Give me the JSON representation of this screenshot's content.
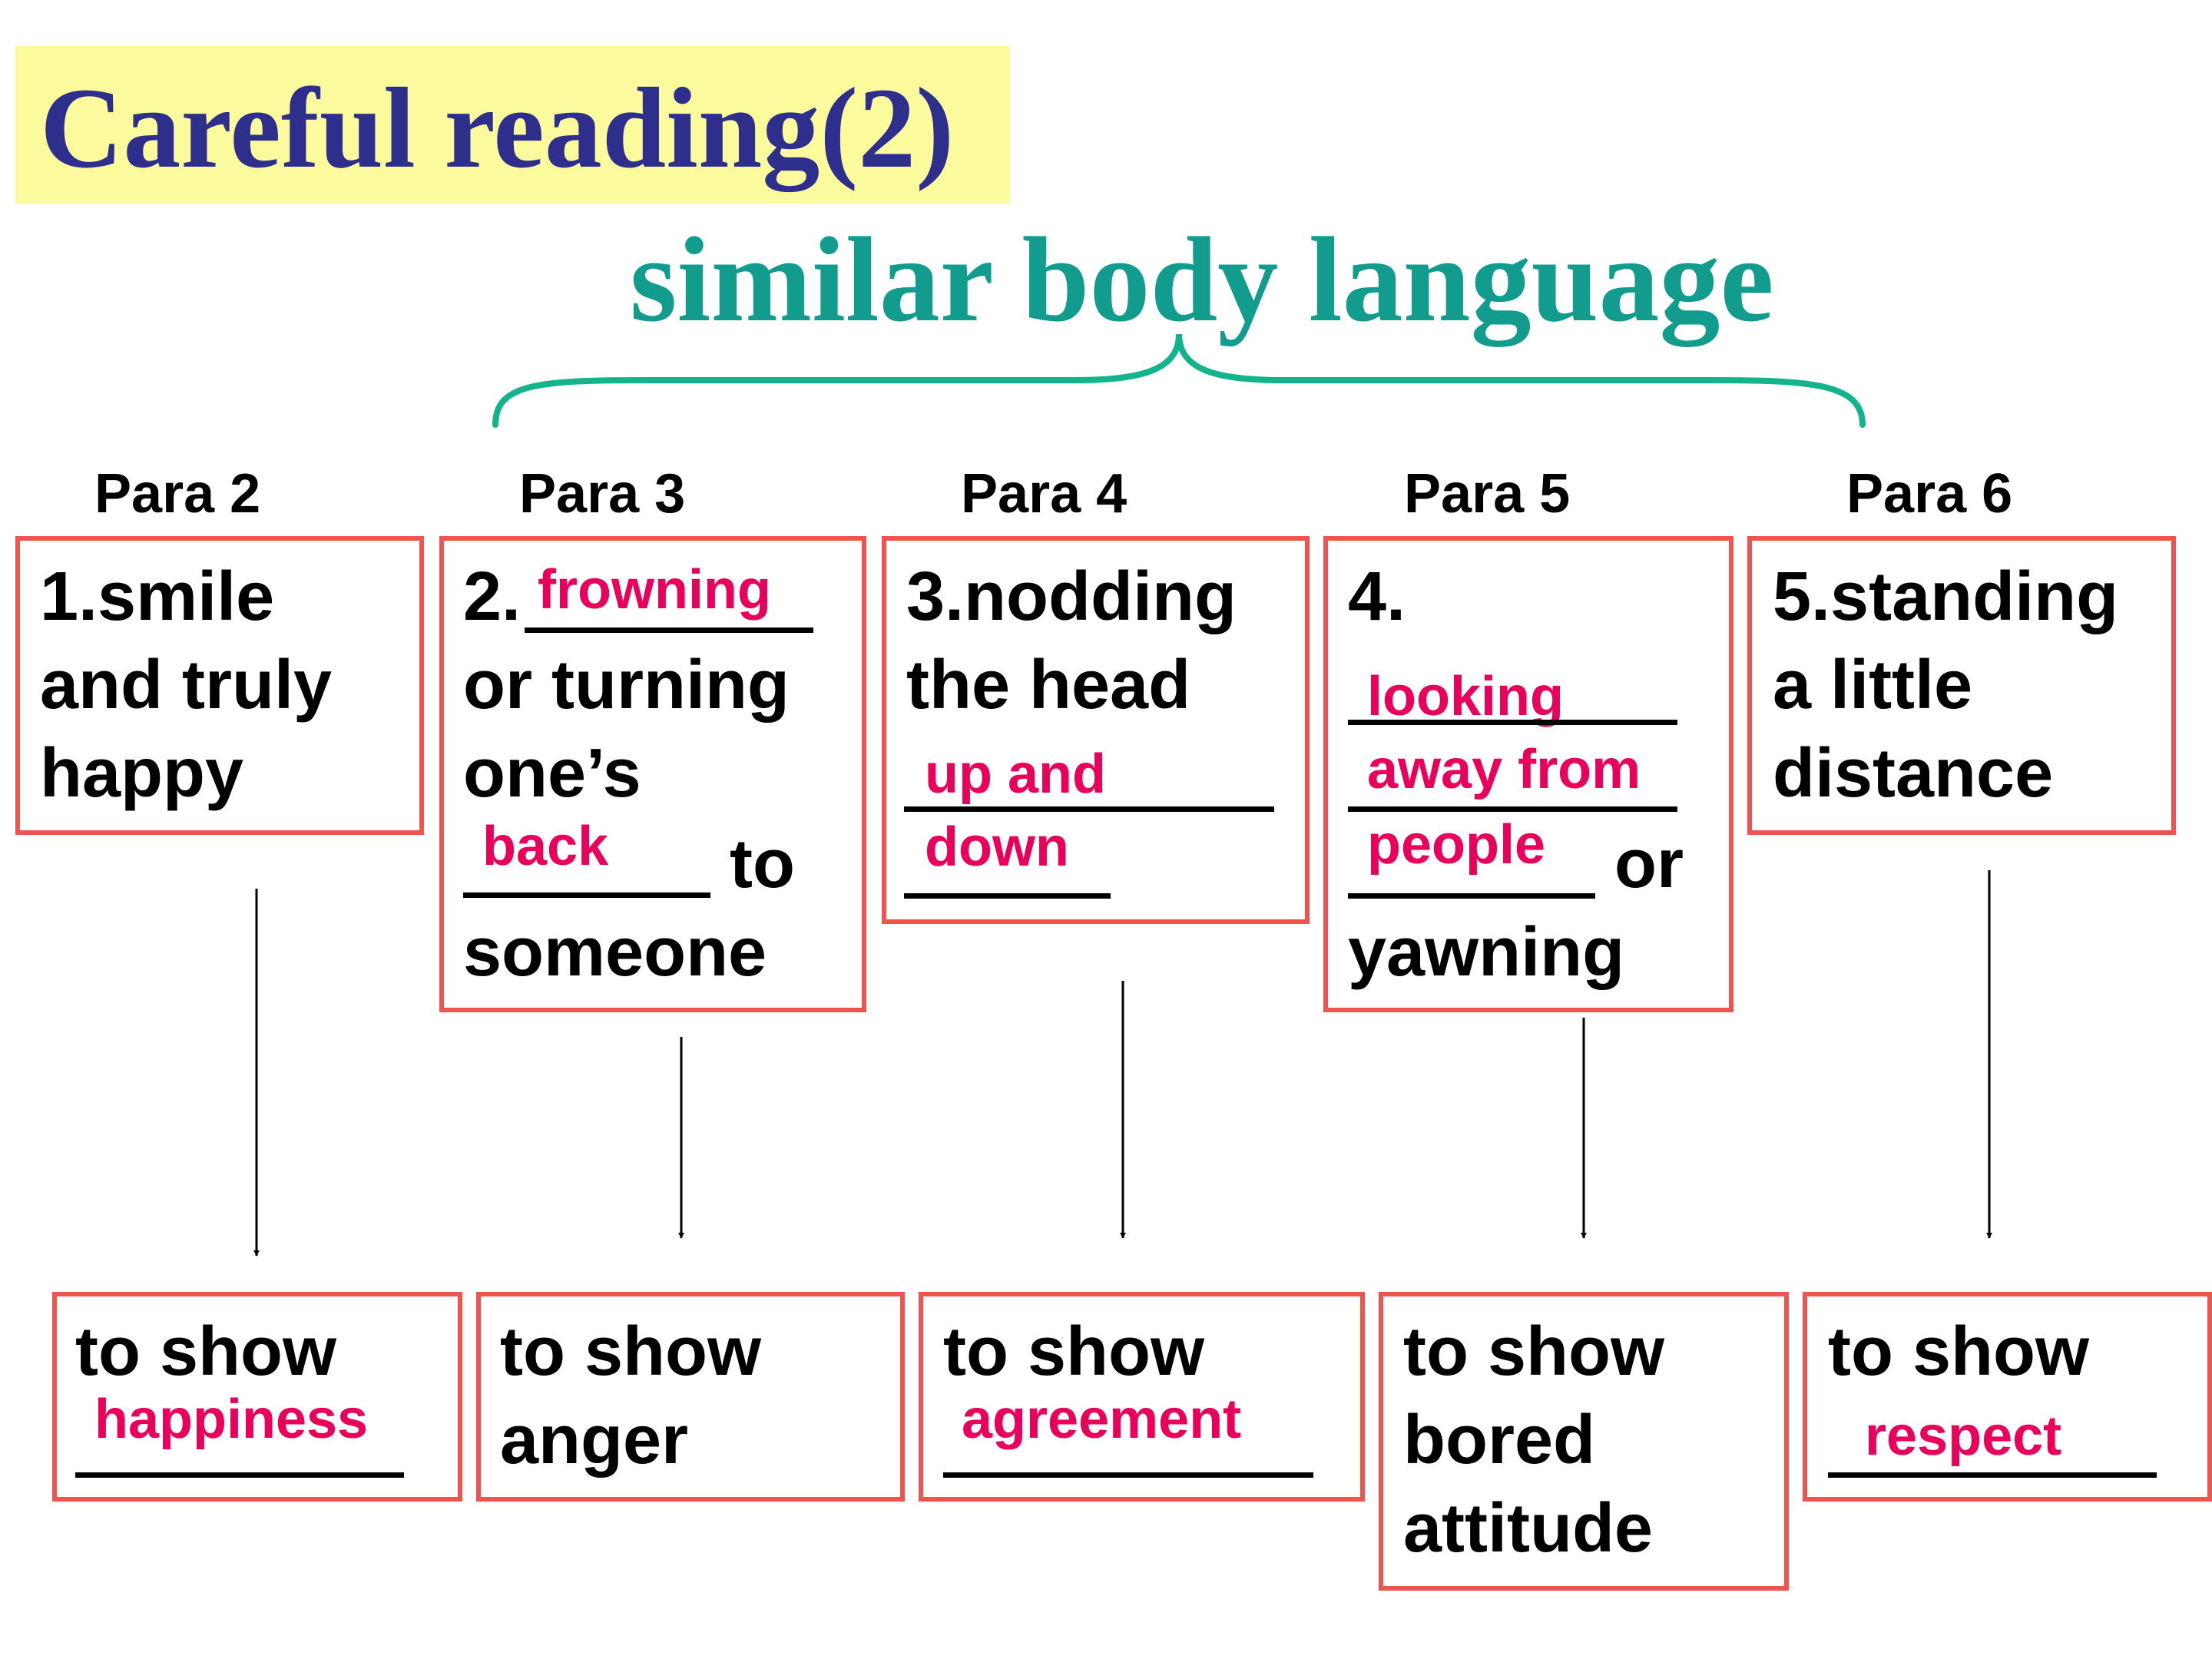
{
  "title": "Careful reading(2)",
  "subtitle": "similar body language",
  "paras": [
    "Para 2",
    "Para 3",
    "Para 4",
    "Para 5",
    "Para 6"
  ],
  "top_boxes": {
    "b1": {
      "l1": "1.smile",
      "l2": "and truly",
      "l3": "happy"
    },
    "b2": {
      "l1": "2.",
      "l2": "or turning",
      "l3": "one’s",
      "l4": "to",
      "l5": "someone",
      "a1": "frowning",
      "a2": "back"
    },
    "b3": {
      "l1": "3.nodding",
      "l2": "the head",
      "a1": "up and",
      "a2": "down"
    },
    "b4": {
      "l1": "4.",
      "l4": "or",
      "l5": "yawning",
      "a1": "looking",
      "a2": "away from",
      "a3": "people"
    },
    "b5": {
      "l1": "5.standing",
      "l2": "a little",
      "l3": "distance"
    }
  },
  "bottom_boxes": {
    "b1": {
      "l1": "to show",
      "a": "happiness"
    },
    "b2": {
      "l1": "to show",
      "l2": "anger"
    },
    "b3": {
      "l1": "to show",
      "a": "agreement"
    },
    "b4": {
      "l1": "to show",
      "l2": "bored",
      "l3": "attitude"
    },
    "b5": {
      "l1": "to show",
      "a": "respect"
    }
  },
  "colors": {
    "title": "#2e2e8c",
    "title_bg": "#fbfb9e",
    "subtitle": "#119c8e",
    "brace": "#13b48c",
    "box_border": "#ee5550",
    "answer": "#e8005a"
  }
}
